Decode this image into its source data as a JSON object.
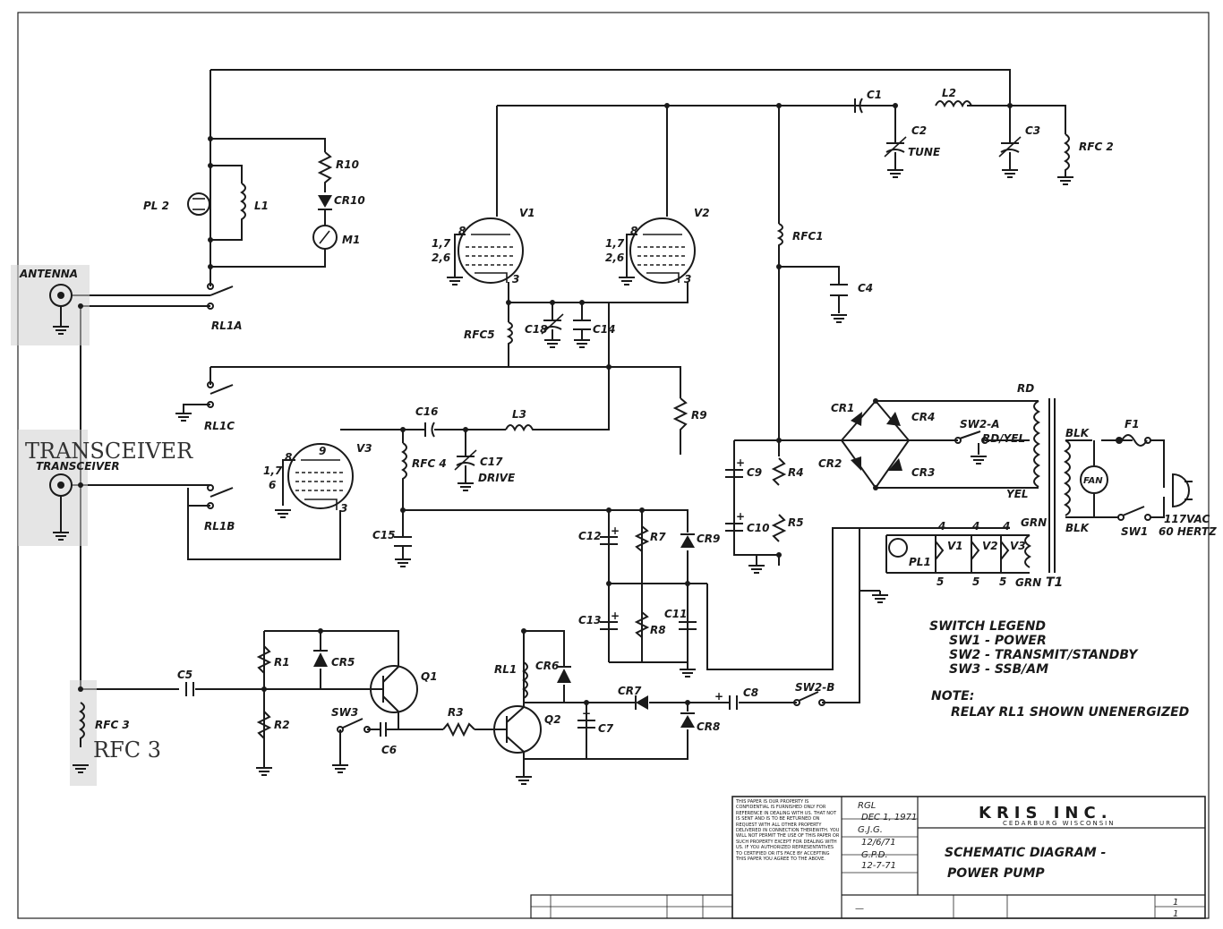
{
  "labels": {
    "antenna": "ANTENNA",
    "transceiver_hand": "TRANSCEIVER",
    "transceiver_under": "TRANSCEIVER",
    "pl2": "PL 2",
    "l1": "L1",
    "r10": "R10",
    "cr10": "CR10",
    "m1": "M1",
    "rl1a": "RL1A",
    "rl1c": "RL1C",
    "rl1b": "RL1B",
    "v1": "V1",
    "v2": "V2",
    "v3": "V3",
    "pin8_v1": "8",
    "pin17_v1": "1,7",
    "pin26_v1": "2,6",
    "pin3_v1": "3",
    "pin8_v2": "8",
    "pin17_v2": "1,7",
    "pin26_v2": "2,6",
    "pin3_v2": "3",
    "pin9_v3": "9",
    "pin8_v3": "8",
    "pin17_v3": "1,7",
    "pin6_v3": "6",
    "pin3_v3": "3",
    "c1": "C1",
    "l2": "L2",
    "c2": "C2",
    "tune": "TUNE",
    "c3": "C3",
    "rfc2": "RFC 2",
    "rfc1": "RFC1",
    "c4": "C4",
    "rfc5": "RFC5",
    "c18": "C18",
    "c14": "C14",
    "r9": "R9",
    "c16": "C16",
    "l3": "L3",
    "rfc4": "RFC 4",
    "c17": "C17",
    "drive": "DRIVE",
    "c15": "C15",
    "c12": "C12",
    "r7": "R7",
    "cr9": "CR9",
    "c13": "C13",
    "r8": "R8",
    "c11": "C11",
    "cr1": "CR1",
    "cr4": "CR4",
    "cr2": "CR2",
    "cr3": "CR3",
    "sw2a": "SW2-A",
    "c9": "C9",
    "r4": "R4",
    "c10": "C10",
    "r5": "R5",
    "rd": "RD",
    "rdyel": "RD/YEL",
    "yel": "YEL",
    "grn": "GRN",
    "grn2": "GRN",
    "t1": "T1",
    "blk1": "BLK",
    "blk2": "BLK",
    "f1": "F1",
    "fan": "FAN",
    "sw1": "SW1",
    "vac": "117VAC",
    "hertz": "60 HERTZ",
    "pl1": "PL1",
    "fil_v1": "V1",
    "fil_v2": "V2",
    "fil_v3": "V3",
    "pin4a": "4",
    "pin4b": "4",
    "pin4c": "4",
    "pin5a": "5",
    "pin5b": "5",
    "pin5c": "5",
    "c5": "C5",
    "rfc3_print": "RFC 3",
    "rfc3_hand": "RFC 3",
    "r1": "R1",
    "cr5": "CR5",
    "q1": "Q1",
    "r2": "R2",
    "sw3": "SW3",
    "c6": "C6",
    "r3": "R3",
    "rl1": "RL1",
    "cr6": "CR6",
    "q2": "Q2",
    "c7": "C7",
    "cr7": "CR7",
    "c8": "C8",
    "cr8": "CR8",
    "sw2b": "SW2-B"
  },
  "legend": {
    "title": "SWITCH LEGEND",
    "lines": [
      "SW1 - POWER",
      "SW2 - TRANSMIT/STANDBY",
      "SW3 - SSB/AM"
    ],
    "note_title": "NOTE:",
    "note": "RELAY RL1 SHOWN UNENERGIZED"
  },
  "title_block": {
    "company": "KRIS INC.",
    "location": "CEDARBURG WISCONSIN",
    "title_line1": "SCHEMATIC DIAGRAM -",
    "title_line2": "POWER PUMP",
    "drawn_by": "RGL",
    "date": "DEC 1, 1971",
    "checked": "G.J.G.",
    "checked_date": "12/6/71",
    "approved": "G.P.D.",
    "approved_date": "12-7-71",
    "sheet": "1",
    "of": "1",
    "scale": "—",
    "proprietary_note": "THIS PAPER IS OUR PROPERTY IS CONFIDENTIAL IS FURNISHED ONLY FOR REFERENCE IN DEALING WITH US. THAT NOT IS SENT AND IS TO BE RETURNED ON REQUEST WITH ALL OTHER PROPERTY DELIVERED IN CONNECTION THEREWITH. YOU WILL NOT PERMIT THE USE OF THIS PAPER OR SUCH PROPERTY EXCEPT FOR DEALING WITH US. IF YOU AUTHORIZED REPRESENTATIVES TO CERTIFIED OR ITS FACE BY ACCEPTING THIS PAPER YOU AGREE TO THE ABOVE."
  }
}
